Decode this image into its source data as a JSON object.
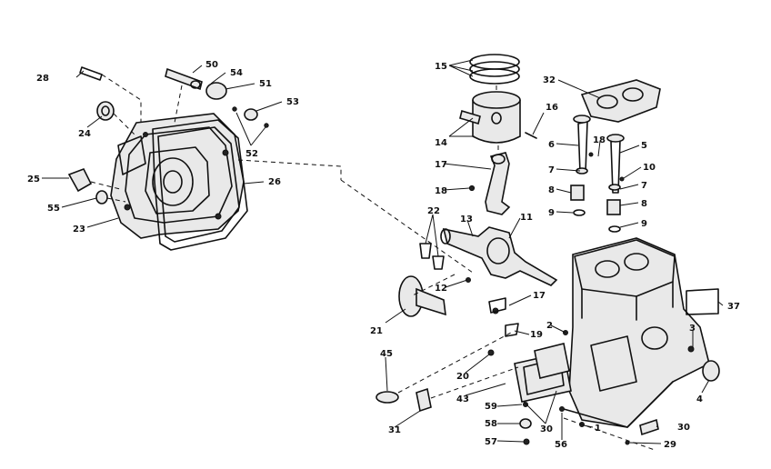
{
  "callouts": [
    {
      "id": "c28a",
      "label": "28"
    },
    {
      "id": "c50",
      "label": "50"
    },
    {
      "id": "c54",
      "label": "54"
    },
    {
      "id": "c51",
      "label": "51"
    },
    {
      "id": "c53",
      "label": "53"
    },
    {
      "id": "c52",
      "label": "52"
    },
    {
      "id": "c24",
      "label": "24"
    },
    {
      "id": "c26",
      "label": "26"
    },
    {
      "id": "c25",
      "label": "25"
    },
    {
      "id": "c55",
      "label": "55"
    },
    {
      "id": "c23",
      "label": "23"
    },
    {
      "id": "c15",
      "label": "15"
    },
    {
      "id": "c32",
      "label": "32"
    },
    {
      "id": "c14",
      "label": "14"
    },
    {
      "id": "c16",
      "label": "16"
    },
    {
      "id": "c6",
      "label": "6"
    },
    {
      "id": "c18a",
      "label": "18"
    },
    {
      "id": "c5",
      "label": "5"
    },
    {
      "id": "c17a",
      "label": "17"
    },
    {
      "id": "c10",
      "label": "10"
    },
    {
      "id": "c7a",
      "label": "7"
    },
    {
      "id": "c7b",
      "label": "7"
    },
    {
      "id": "c18b",
      "label": "18"
    },
    {
      "id": "c8a",
      "label": "8"
    },
    {
      "id": "c8b",
      "label": "8"
    },
    {
      "id": "c9a",
      "label": "9"
    },
    {
      "id": "c9b",
      "label": "9"
    },
    {
      "id": "c22",
      "label": "22"
    },
    {
      "id": "c13",
      "label": "13"
    },
    {
      "id": "c11",
      "label": "11"
    },
    {
      "id": "c12",
      "label": "12"
    },
    {
      "id": "c17b",
      "label": "17"
    },
    {
      "id": "c37",
      "label": "37"
    },
    {
      "id": "c21",
      "label": "21"
    },
    {
      "id": "c2",
      "label": "2"
    },
    {
      "id": "c19",
      "label": "19"
    },
    {
      "id": "c3",
      "label": "3"
    },
    {
      "id": "c45",
      "label": "45"
    },
    {
      "id": "c20",
      "label": "20"
    },
    {
      "id": "c43",
      "label": "43"
    },
    {
      "id": "c4",
      "label": "4"
    },
    {
      "id": "c59",
      "label": "59"
    },
    {
      "id": "c31",
      "label": "31"
    },
    {
      "id": "c58",
      "label": "58"
    },
    {
      "id": "c30a",
      "label": "30"
    },
    {
      "id": "c30b",
      "label": "30"
    },
    {
      "id": "c57",
      "label": "57"
    },
    {
      "id": "c56",
      "label": "56"
    },
    {
      "id": "c1",
      "label": "1"
    },
    {
      "id": "c29",
      "label": "29"
    }
  ]
}
